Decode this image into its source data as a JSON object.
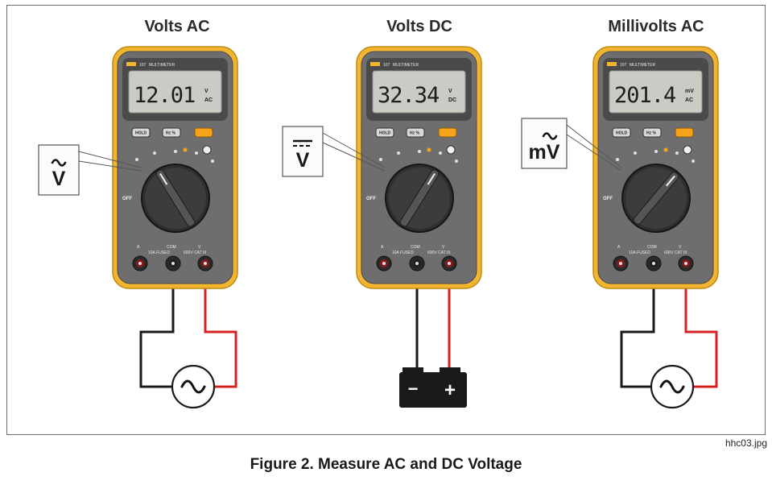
{
  "panels": [
    {
      "title": "Volts AC",
      "display": "12.01",
      "unit_top": "V",
      "unit_bottom": "AC",
      "callout_symbol": "V",
      "callout_mark": "ac",
      "source": "ac-source"
    },
    {
      "title": "Volts DC",
      "display": "32.34",
      "unit_top": "V",
      "unit_bottom": "DC",
      "callout_symbol": "V",
      "callout_mark": "dc",
      "source": "battery"
    },
    {
      "title": "Millivolts AC",
      "display": "201.4",
      "unit_top": "mV",
      "unit_bottom": "AC",
      "callout_symbol": "mV",
      "callout_mark": "ac",
      "source": "ac-source"
    }
  ],
  "meter": {
    "brand_model": "107",
    "model_text": "MULTIMETER",
    "button_hold": "HOLD",
    "button_hz": "Hz %",
    "off_label": "OFF",
    "terminal_a": "A",
    "terminal_com": "COM",
    "terminal_v": "V",
    "fuse_label": "10A FUSED",
    "cat_label": "600V CAT III"
  },
  "battery": {
    "minus": "−",
    "plus": "+"
  },
  "colors": {
    "meter_body": "#6e6e6e",
    "holster": "#f2b530",
    "lcd": "#c9ccc5",
    "amber_button": "#f7a21b",
    "lead_red": "#d42020",
    "lead_black": "#1a1a1a"
  },
  "file_name": "hhc03.jpg",
  "caption": "Figure 2. Measure AC and DC Voltage"
}
